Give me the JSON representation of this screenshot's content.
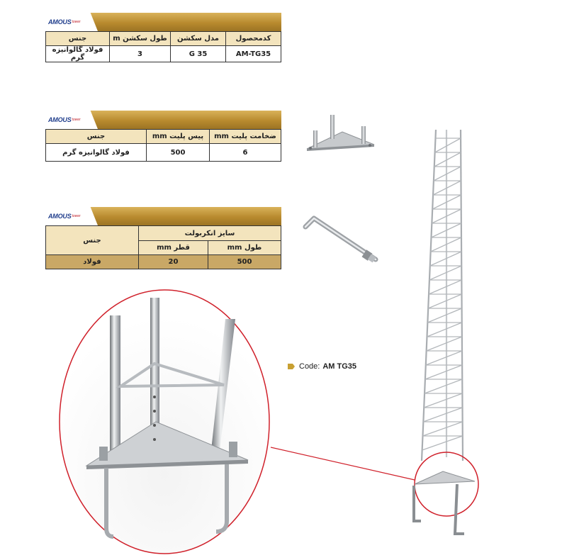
{
  "brand": {
    "logo_text": "AMOUS",
    "logo_sub": "tower"
  },
  "table1": {
    "headers": [
      "کدمحصول",
      "مدل سکشن",
      "طول سکشن m",
      "جنس"
    ],
    "row": [
      "AM-TG35",
      "G 35",
      "3",
      "فولاد گالوانیزه گرم"
    ]
  },
  "table2": {
    "headers": [
      "ضخامت پلیت mm",
      "پیس پلیت mm",
      "جنس"
    ],
    "row": [
      "6",
      "500",
      "فولاد گالوانیزه گرم"
    ]
  },
  "table3": {
    "group_header": "سایز انکربولت",
    "material_header": "جنس",
    "sub_headers": [
      "طول mm",
      "قطر mm"
    ],
    "row": [
      "500",
      "20",
      "فولاد"
    ]
  },
  "code": {
    "label": "Code:",
    "value": "AM TG35"
  },
  "colors": {
    "gold": "#b88a2e",
    "header_fill": "#f3e4bd",
    "callout_red": "#d0212b",
    "logo_blue": "#1f3d8c"
  }
}
